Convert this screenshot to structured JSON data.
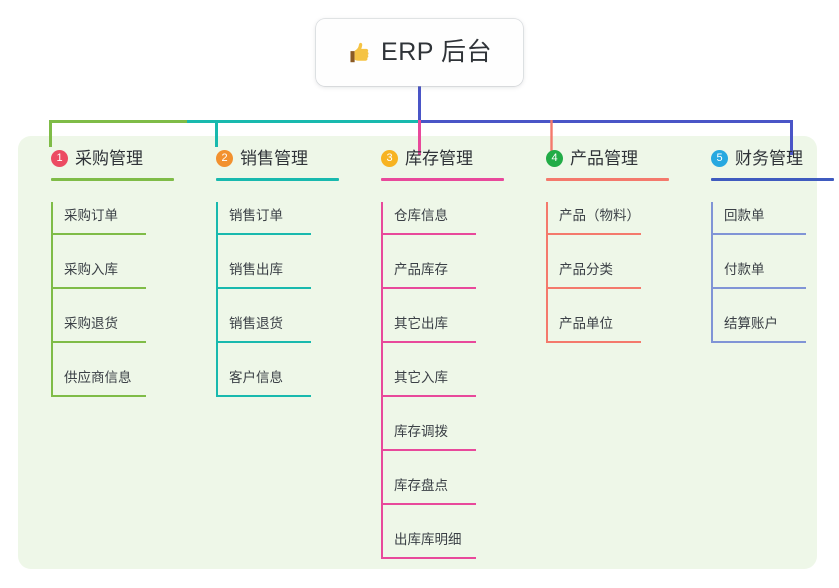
{
  "diagram": {
    "type": "mind-map",
    "background_color": "#ffffff",
    "panel_color": "#eef7e8",
    "root": {
      "icon": "thumbs-up-icon",
      "title": "ERP 后台",
      "card_color": "#fefefe"
    },
    "trunk_color": "#4a55c7",
    "bus_segments": [
      {
        "color": "#7fbc47"
      },
      {
        "color": "#18b9ae"
      },
      {
        "color": "#4a55c7"
      }
    ],
    "branches": [
      {
        "index": "1",
        "title": "采购管理",
        "badge_color": "#ec4b62",
        "rule_color": "#7fbc47",
        "line_color": "#7fbc47",
        "items": [
          "采购订单",
          "采购入库",
          "采购退货",
          "供应商信息"
        ]
      },
      {
        "index": "2",
        "title": "销售管理",
        "badge_color": "#f2912f",
        "rule_color": "#18b9ae",
        "line_color": "#18b9ae",
        "items": [
          "销售订单",
          "销售出库",
          "销售退货",
          "客户信息"
        ]
      },
      {
        "index": "3",
        "title": "库存管理",
        "badge_color": "#f7b321",
        "rule_color": "#e8499b",
        "line_color": "#e8499b",
        "items": [
          "仓库信息",
          "产品库存",
          "其它出库",
          "其它入库",
          "库存调拨",
          "库存盘点",
          "出库库明细"
        ]
      },
      {
        "index": "4",
        "title": "产品管理",
        "badge_color": "#22ac47",
        "rule_color": "#f4796c",
        "line_color": "#f4796c",
        "items": [
          "产品（物料）",
          "产品分类",
          "产品单位"
        ]
      },
      {
        "index": "5",
        "title": "财务管理",
        "badge_color": "#27a8e0",
        "rule_color": "#3f5bbf",
        "line_color": "#8094d6",
        "items": [
          "回款单",
          "付款单",
          "结算账户"
        ]
      }
    ]
  }
}
